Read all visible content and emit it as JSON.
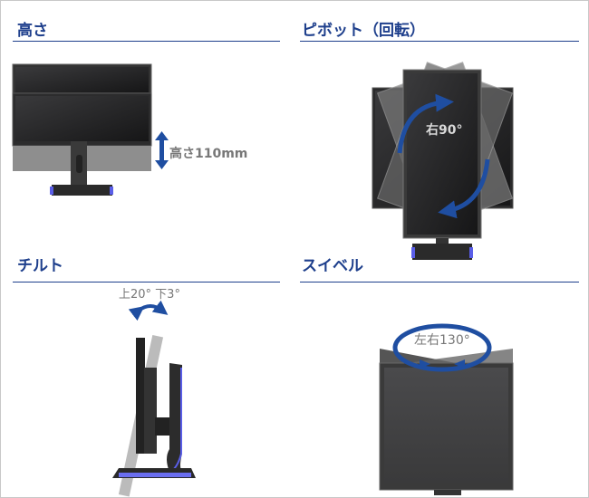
{
  "sections": [
    {
      "title": "高さ",
      "caption": "高さ110mm"
    },
    {
      "title": "ピボット（回転）",
      "caption": "右90°"
    },
    {
      "title": "チルト",
      "caption": "上20° 下3°"
    },
    {
      "title": "スイベル",
      "caption": "左右130°"
    }
  ],
  "colors": {
    "accent": "#1e3f8c",
    "arrow": "#1f4ea1",
    "led": "#5a5ee8"
  },
  "icons": [
    "up-down-arrow-icon",
    "rotate-arrow-icon",
    "tilt-arrow-icon",
    "swivel-arrow-icon"
  ]
}
